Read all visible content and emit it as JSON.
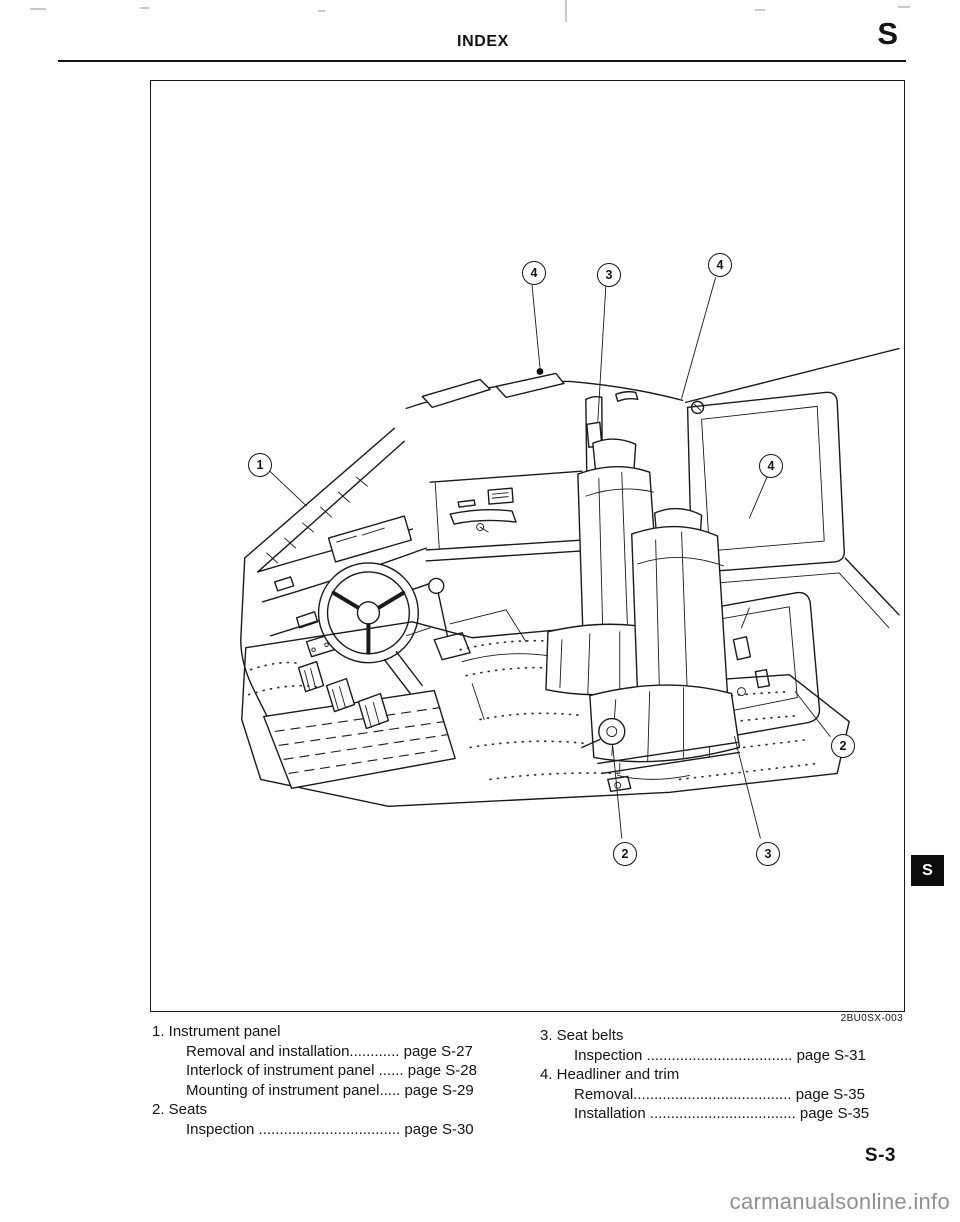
{
  "page": {
    "header_title": "INDEX",
    "section_letter": "S",
    "side_tab": "S",
    "figure_code": "2BU0SX-003",
    "page_number": "S-3",
    "watermark": "carmanualsonline.info"
  },
  "figure": {
    "description": "Line drawing of truck cab interior showing instrument panel, seats, seat belts and headliner with numbered callouts",
    "callouts": [
      "4",
      "3",
      "4",
      "1",
      "4",
      "2",
      "2",
      "3"
    ]
  },
  "index": {
    "left": [
      "1. Instrument panel",
      "Removal and installation............ page S-27",
      "Interlock of instrument panel ...... page S-28",
      "Mounting of instrument panel..... page S-29",
      "2. Seats",
      "Inspection .................................. page S-30"
    ],
    "right": [
      "3. Seat belts",
      "Inspection ................................... page S-31",
      "4. Headliner and trim",
      "Removal...................................... page S-35",
      "Installation ................................... page S-35"
    ]
  }
}
